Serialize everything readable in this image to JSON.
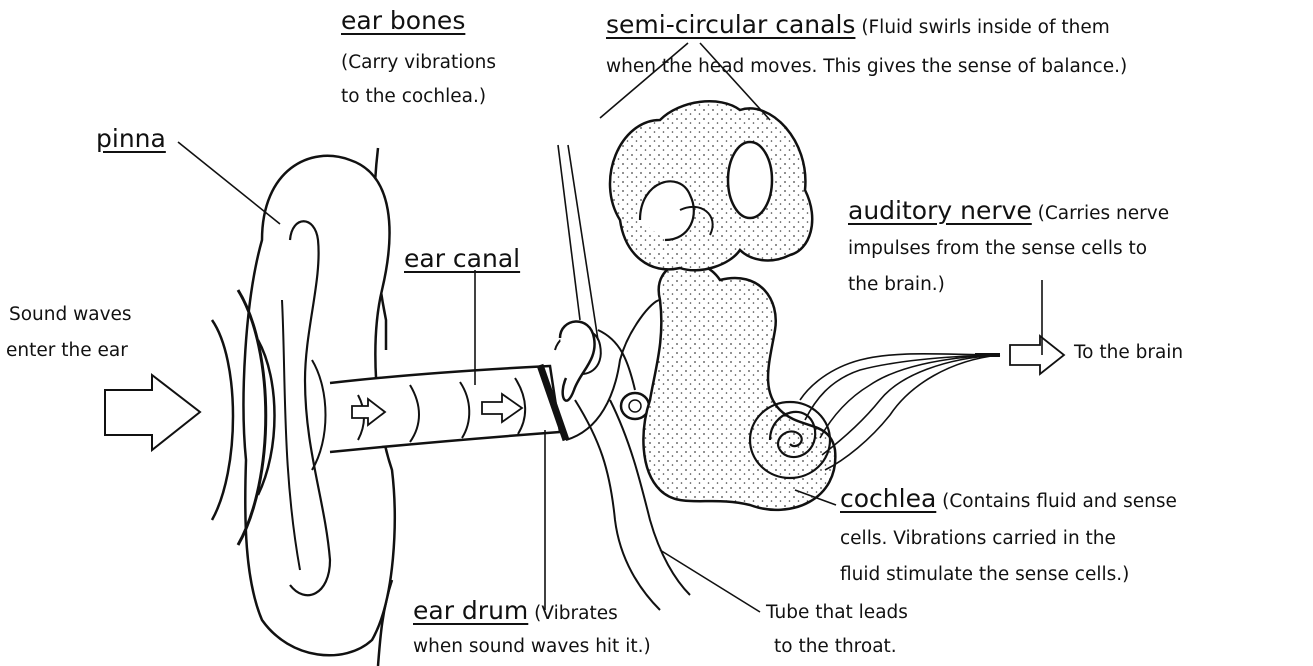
{
  "labels": {
    "pinna": "pinna",
    "ear_bones": "ear bones",
    "ear_bones_note": [
      "(Carry vibrations",
      "to the cochlea.)"
    ],
    "semicircular": "semi-circular canals",
    "semicircular_note_1": " (Fluid swirls inside of them",
    "semicircular_note_2": "when the head moves. This gives the sense of balance.)",
    "auditory_nerve": "auditory nerve",
    "auditory_nerve_note_1": " (Carries nerve",
    "auditory_nerve_note_2": "impulses from the sense cells to",
    "auditory_nerve_note_3": "the brain.)",
    "ear_canal": "ear canal",
    "sound_waves": [
      "Sound waves",
      "enter the ear"
    ],
    "to_brain": "To the brain",
    "cochlea": "cochlea",
    "cochlea_note_1": " (Contains fluid and sense",
    "cochlea_note_2": "cells. Vibrations carried in the",
    "cochlea_note_3": "fluid stimulate the sense cells.)",
    "ear_drum": "ear drum",
    "ear_drum_note_1": " (Vibrates",
    "ear_drum_note_2": "when sound waves hit it.)",
    "throat_tube": [
      "Tube that leads",
      "to the throat."
    ]
  },
  "colors": {
    "line": "#111111",
    "fill": "#ffffff",
    "stipple": "#444444"
  }
}
